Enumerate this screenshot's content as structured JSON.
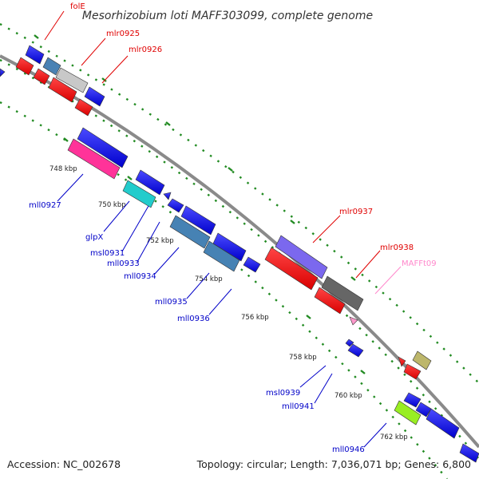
{
  "title": "Mesorhizobium loti MAFF303099, complete genome",
  "footer": {
    "accession": "Accession: NC_002678",
    "stats": "Topology: circular; Length: 7,036,071 bp; Genes: 6,800"
  },
  "colors": {
    "backbone": "#8a8a8a",
    "ticks": "#228b22",
    "forward_label": "#e00000",
    "reverse_label": "#0000c8",
    "rna_label": "#ff88cc"
  },
  "ticks": {
    "kbp_labels": [
      "748 kbp",
      "750 kbp",
      "752 kbp",
      "754 kbp",
      "756 kbp",
      "758 kbp",
      "760 kbp",
      "762 kbp"
    ]
  },
  "genes": {
    "labels": [
      "folE",
      "mlr0925",
      "mlr0926",
      "mll0927",
      "glpX",
      "msl0931",
      "mll0933",
      "mll0934",
      "mll0935",
      "mll0936",
      "mlr0937",
      "mlr0938",
      "MAFFt09",
      "msl0939",
      "mll0941",
      "mll0946"
    ]
  }
}
